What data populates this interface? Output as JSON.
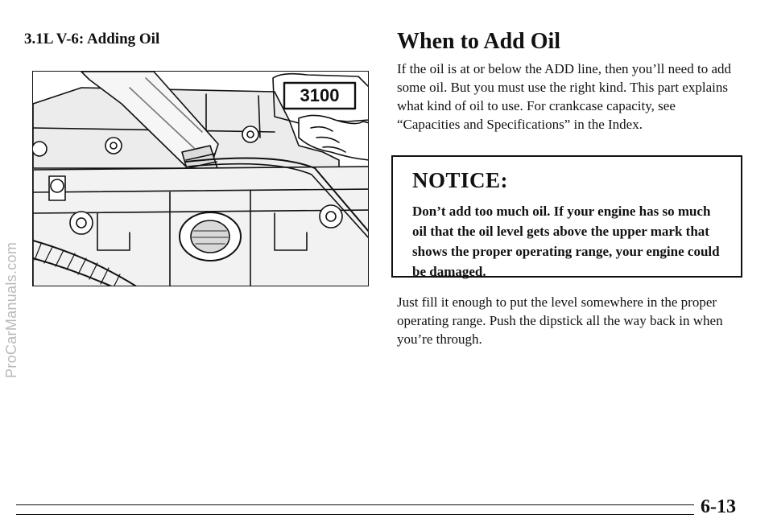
{
  "watermark": "ProCarManuals.com",
  "left_section": {
    "heading": "3.1L V-6: Adding Oil",
    "figure": {
      "engine_badge": "3100"
    }
  },
  "right_section": {
    "heading": "When to Add Oil",
    "paragraph1": "If the oil is at or below the ADD line, then you’ll need to add some oil. But you must use the right kind. This part explains what kind of oil to use. For crankcase capacity, see “Capacities and Specifications” in the Index.",
    "notice": {
      "title": "NOTICE:",
      "body": "Don’t add too much oil. If your engine has so much oil that the oil level gets above the upper mark that shows the proper operating range, your engine could be damaged."
    },
    "paragraph2": "Just fill it enough to put the level somewhere in the proper operating range. Push the dipstick all the way back in when you’re through."
  },
  "footer": {
    "page_number": "6-13"
  }
}
